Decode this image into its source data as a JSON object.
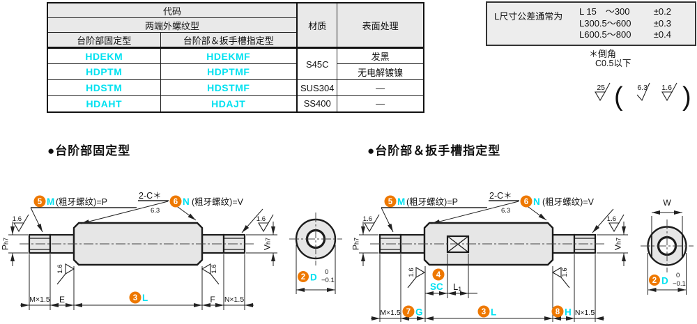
{
  "colors": {
    "cyan": "#00e1f0",
    "orange": "#ee7800",
    "table_header_bg": "#e9e9e9",
    "box_bg": "#ededed"
  },
  "table": {
    "h_code": "代码",
    "h_thread_type": "两端外螺纹型",
    "h_fixed": "台阶部固定型",
    "h_wrench": "台阶部＆扳手槽指定型",
    "h_material": "材质",
    "h_surface": "表面处理",
    "rows": [
      {
        "fixed": "HDEKM",
        "wrench": "HDEKMF",
        "material": "S45C",
        "surface": "发黑"
      },
      {
        "fixed": "HDPTM",
        "wrench": "HDPTMF",
        "material": "S45C",
        "surface": "无电解镀镍"
      },
      {
        "fixed": "HDSTM",
        "wrench": "HDSTMF",
        "material": "SUS304",
        "surface": "—"
      },
      {
        "fixed": "HDAHT",
        "wrench": "HDAJT",
        "material": "SS400",
        "surface": "—"
      }
    ]
  },
  "tolerance_box": {
    "label": "L尺寸公差通常为",
    "rows": [
      {
        "range": "L 15　～300",
        "tol": "±0.2"
      },
      {
        "range": "L300.5～600",
        "tol": "±0.3"
      },
      {
        "range": "L600.5～800",
        "tol": "±0.4"
      }
    ]
  },
  "chamfer_note": {
    "line1": "＊倒角",
    "line2": "C0.5以下"
  },
  "roughness": {
    "v25": "25",
    "v63": "6.3",
    "v16": "1.6",
    "open": "(",
    "close": ")"
  },
  "sections": {
    "left_title": "●台阶部固定型",
    "right_title": "●台阶部＆扳手槽指定型"
  },
  "labels": {
    "n2": "2",
    "n3": "3",
    "n4": "4",
    "n5": "5",
    "n6": "6",
    "n7": "7",
    "n8": "8",
    "m": "M",
    "m_sfx": "(粗牙螺纹)=P",
    "n": "N",
    "n_sfx": "(粗牙螺纹)=V",
    "two_c": "2-C＊",
    "r63": "6.3",
    "r16": "1.6",
    "p": "P",
    "v": "V",
    "h7": "h7",
    "mx15": "M×1.5",
    "nx15": "N×1.5",
    "e": "E",
    "f": "F",
    "l": "L",
    "d": "D",
    "g": "G",
    "h": "H",
    "sc": "SC",
    "l1": "L",
    "l1sub": "1",
    "w": "W",
    "tol_top": "0",
    "tol_bot": "−0.1"
  }
}
